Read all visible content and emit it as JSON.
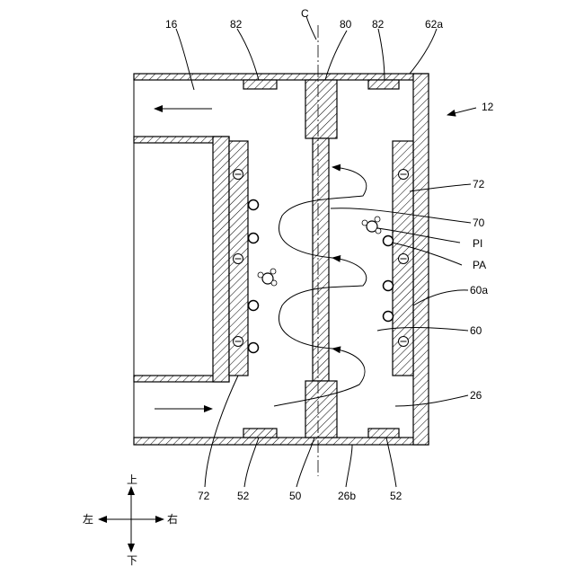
{
  "labels": {
    "r16": "16",
    "r82a": "82",
    "rC": "C",
    "r80": "80",
    "r82b": "82",
    "r62a": "62a",
    "r12": "12",
    "r72a": "72",
    "r70": "70",
    "rPI": "PI",
    "rPA": "PA",
    "r60a": "60a",
    "r60": "60",
    "r26": "26",
    "r72b": "72",
    "r52a": "52",
    "r50": "50",
    "r26b": "26b",
    "r52b": "52"
  },
  "compass": {
    "up": "上",
    "down": "下",
    "left": "左",
    "right": "右"
  },
  "ions": {
    "negative": "⊖"
  },
  "icons": {
    "flow_arrow": "arrow-icon",
    "compass": "compass-icon"
  }
}
